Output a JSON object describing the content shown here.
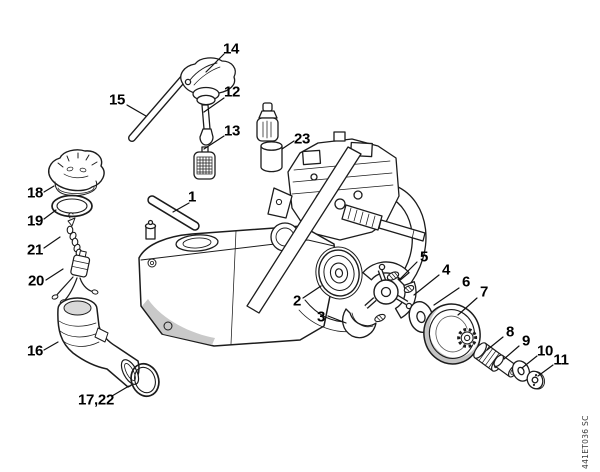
{
  "diagram": {
    "code": "441ET036 SC",
    "callouts": [
      {
        "text": "1"
      },
      {
        "text": "2"
      },
      {
        "text": "3"
      },
      {
        "text": "4"
      },
      {
        "text": "5"
      },
      {
        "text": "6"
      },
      {
        "text": "7"
      },
      {
        "text": "8"
      },
      {
        "text": "9"
      },
      {
        "text": "10"
      },
      {
        "text": "11"
      },
      {
        "text": "12"
      },
      {
        "text": "13"
      },
      {
        "text": "14"
      },
      {
        "text": "15"
      },
      {
        "text": "16"
      },
      {
        "text": "17,22"
      },
      {
        "text": "18"
      },
      {
        "text": "19"
      },
      {
        "text": "20"
      },
      {
        "text": "21"
      },
      {
        "text": "23"
      }
    ]
  }
}
